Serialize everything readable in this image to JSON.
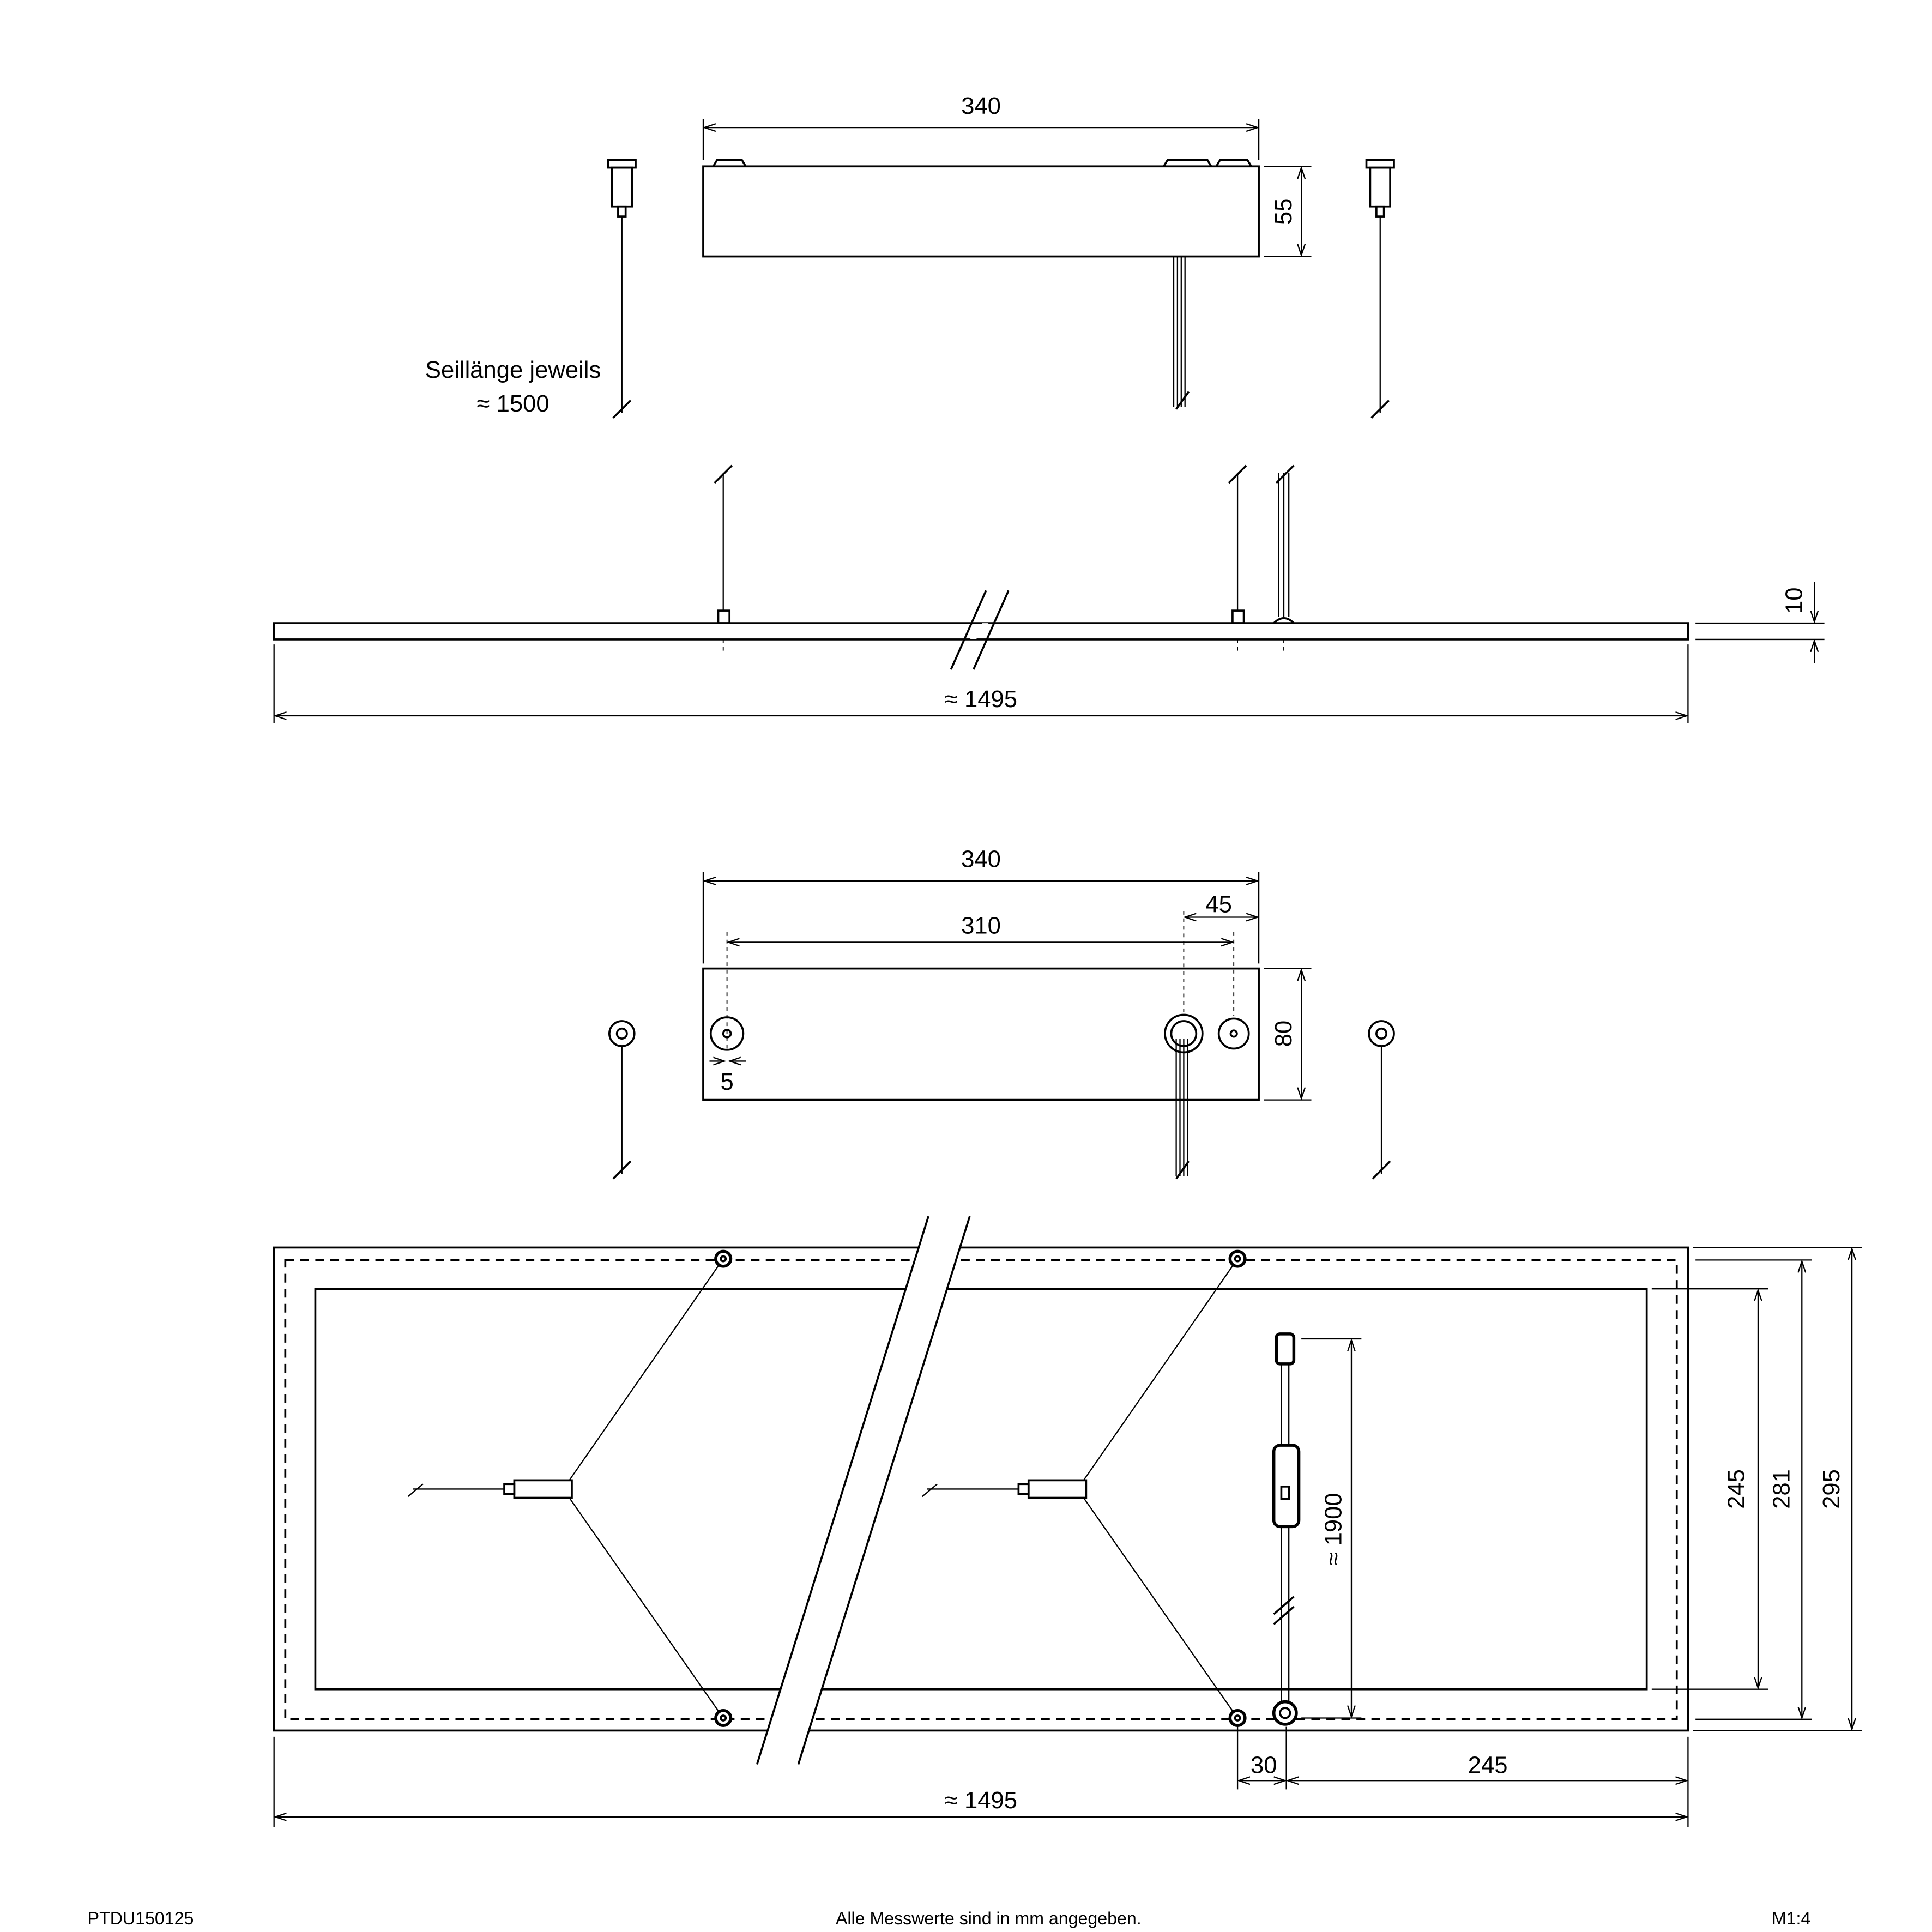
{
  "side_view": {
    "canopy_width": "340",
    "canopy_height": "55",
    "cable_length_label": "Seillänge jeweils",
    "cable_length_value": "≈ 1500",
    "panel_thickness": "10",
    "panel_length": "≈ 1495"
  },
  "top_view": {
    "canopy_width": "340",
    "hole_spacing": "310",
    "cable_offset": "45",
    "canopy_depth": "80",
    "hole_offset": "5",
    "cable_length": "≈ 1900",
    "inner_width": "245",
    "mid_width": "281",
    "outer_width": "295",
    "cable_exit_offset": "30",
    "cable_exit_distance": "245",
    "panel_length": "≈ 1495"
  },
  "footer": {
    "article_number": "PTDU150125",
    "note": "Alle Messwerte sind in mm angegeben.",
    "scale": "M1:4"
  }
}
